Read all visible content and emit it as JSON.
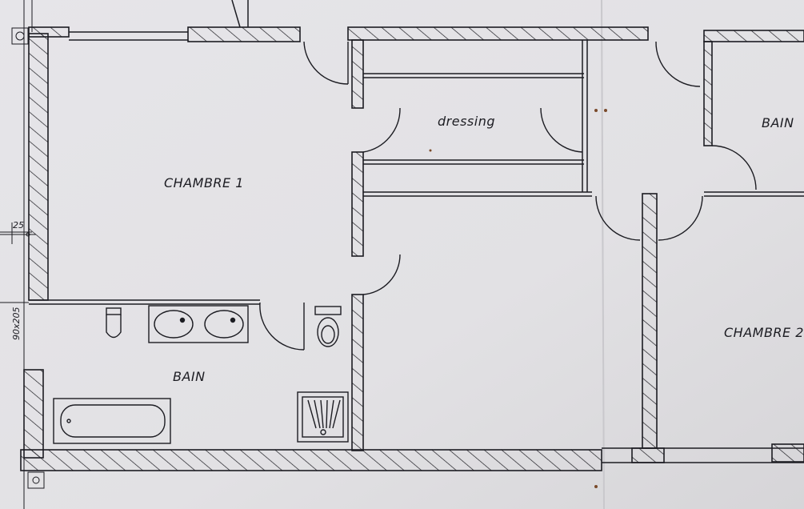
{
  "rooms": {
    "chambre1": "CHAMBRE 1",
    "dressing": "dressing",
    "bain_left": "BAIN",
    "bain_right": "BAIN",
    "chambre2": "CHAMBRE 2"
  },
  "dimensions": {
    "wall_thickness": "25",
    "door_size": "90x205"
  },
  "colors": {
    "paper": "#e4e3e6",
    "ink": "#1c1c22"
  }
}
